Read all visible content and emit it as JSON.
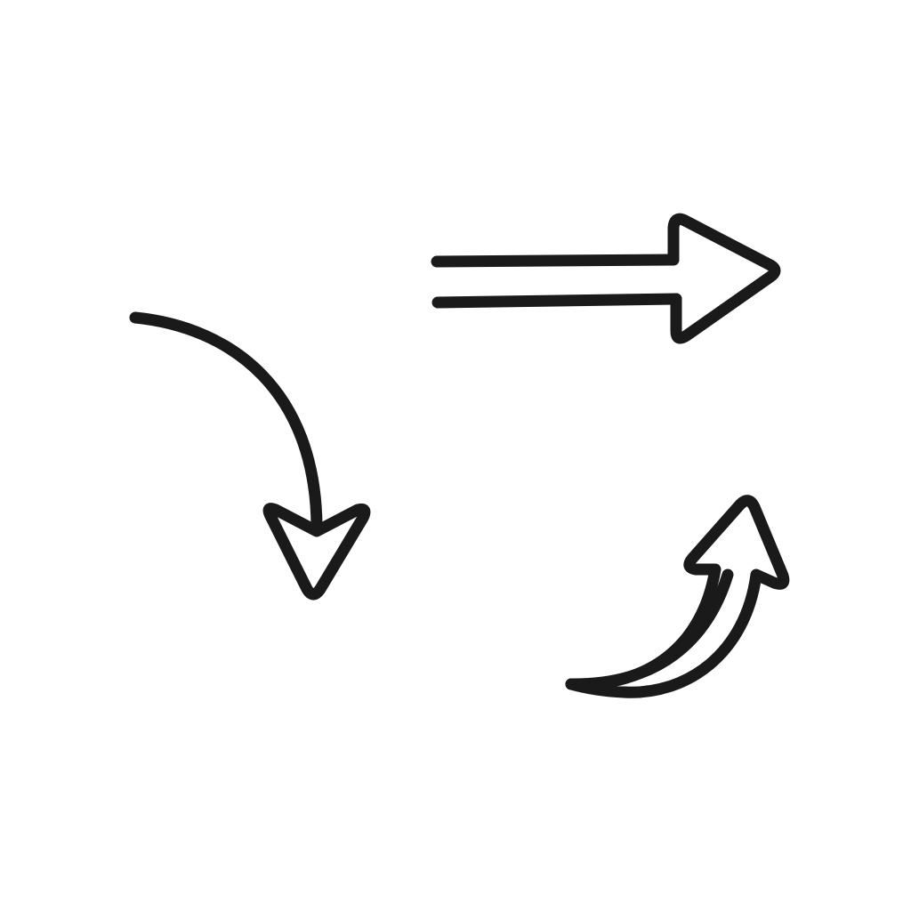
{
  "canvas": {
    "background": "#ffffff",
    "ink_color": "#1a1a1a"
  },
  "arrows": [
    {
      "id": "double-line-arrow",
      "icon": "double-right-arrow-icon",
      "direction": "right",
      "style": "double-line"
    },
    {
      "id": "curved-down-arrow",
      "icon": "curved-down-arrow-icon",
      "direction": "down",
      "style": "single-curve"
    },
    {
      "id": "curved-up-arrow",
      "icon": "curved-up-arrow-icon",
      "direction": "up-right",
      "style": "outlined-curve"
    }
  ]
}
